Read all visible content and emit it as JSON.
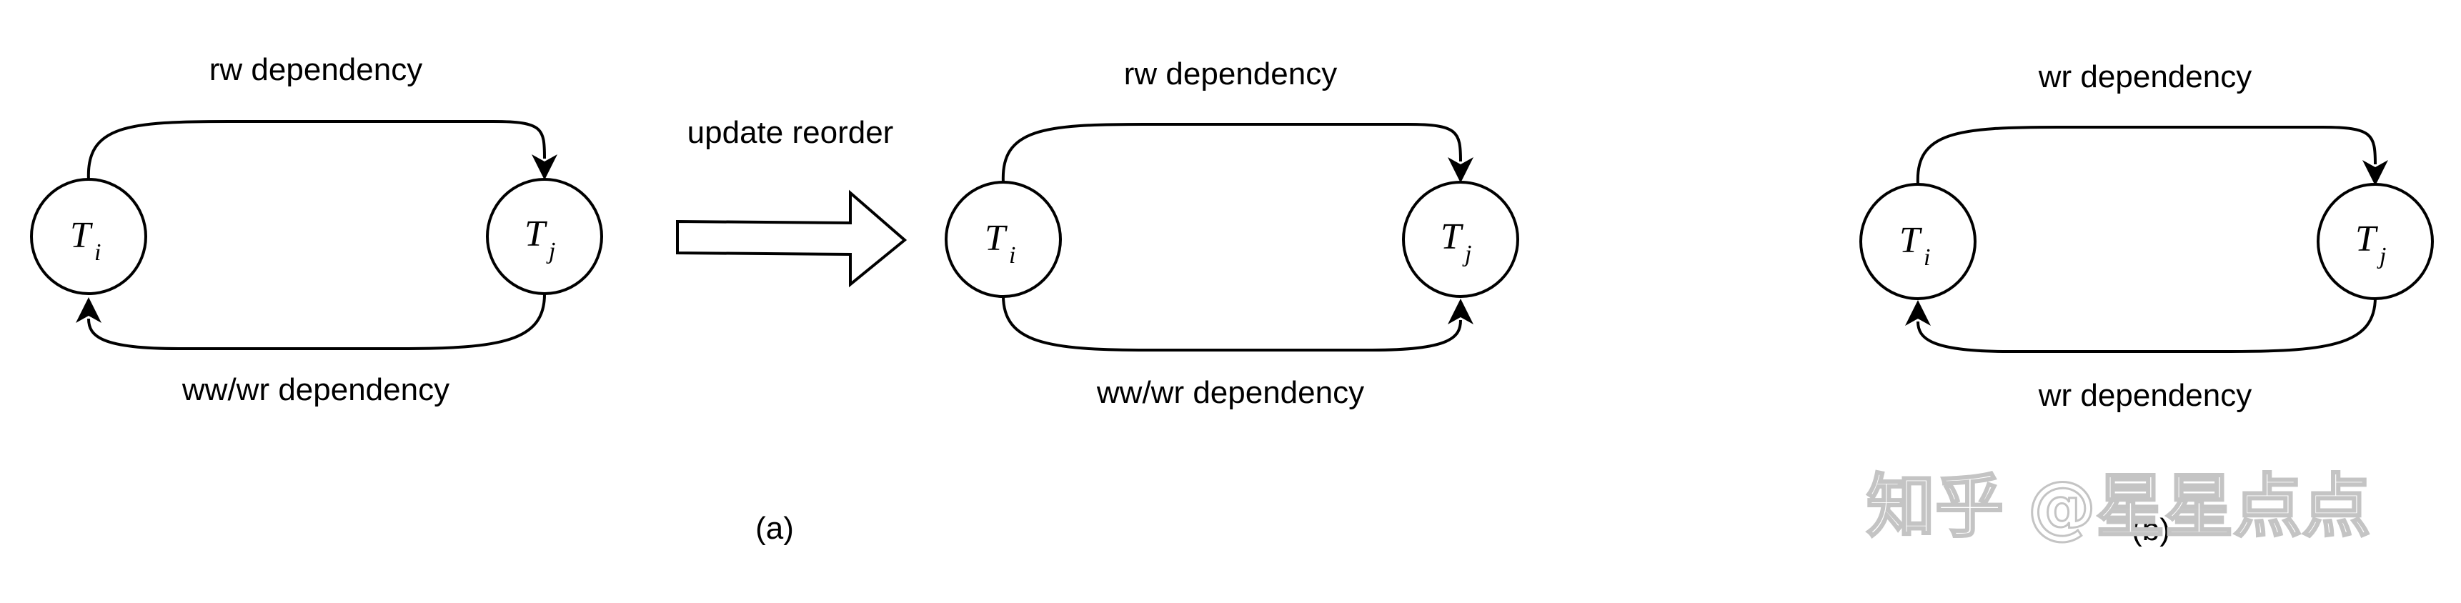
{
  "panels": [
    {
      "node_i": {
        "var": "T",
        "sub": "i"
      },
      "node_j": {
        "var": "T",
        "sub": "j"
      },
      "top_edge_label": "rw dependency",
      "bottom_edge_label": "ww/wr dependency"
    },
    {
      "node_i": {
        "var": "T",
        "sub": "i"
      },
      "node_j": {
        "var": "T",
        "sub": "j"
      },
      "top_edge_label": "rw dependency",
      "bottom_edge_label": "ww/wr dependency"
    },
    {
      "node_i": {
        "var": "T",
        "sub": "i"
      },
      "node_j": {
        "var": "T",
        "sub": "j"
      },
      "top_edge_label": "wr dependency",
      "bottom_edge_label": "wr dependency"
    }
  ],
  "transform_arrow_label": "update reorder",
  "captions": {
    "a": "(a)",
    "b": "(b)"
  },
  "watermark": "知乎 @星星点点"
}
